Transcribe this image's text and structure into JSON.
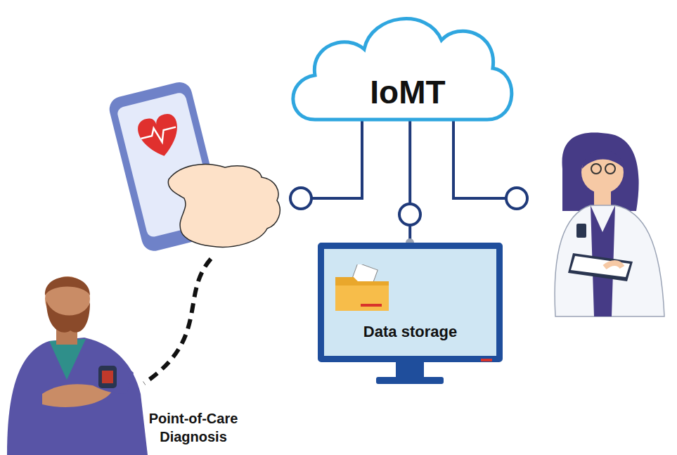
{
  "diagram": {
    "nodes": [
      {
        "text": [
          "IoMT"
        ]
      },
      {
        "text": [
          "Data storage"
        ]
      }
    ],
    "edges": [
      {
        "from": 0,
        "to": 1,
        "arrow": "none"
      }
    ],
    "labels": [
      "Point-of-Care Diagnosis"
    ]
  }
}
